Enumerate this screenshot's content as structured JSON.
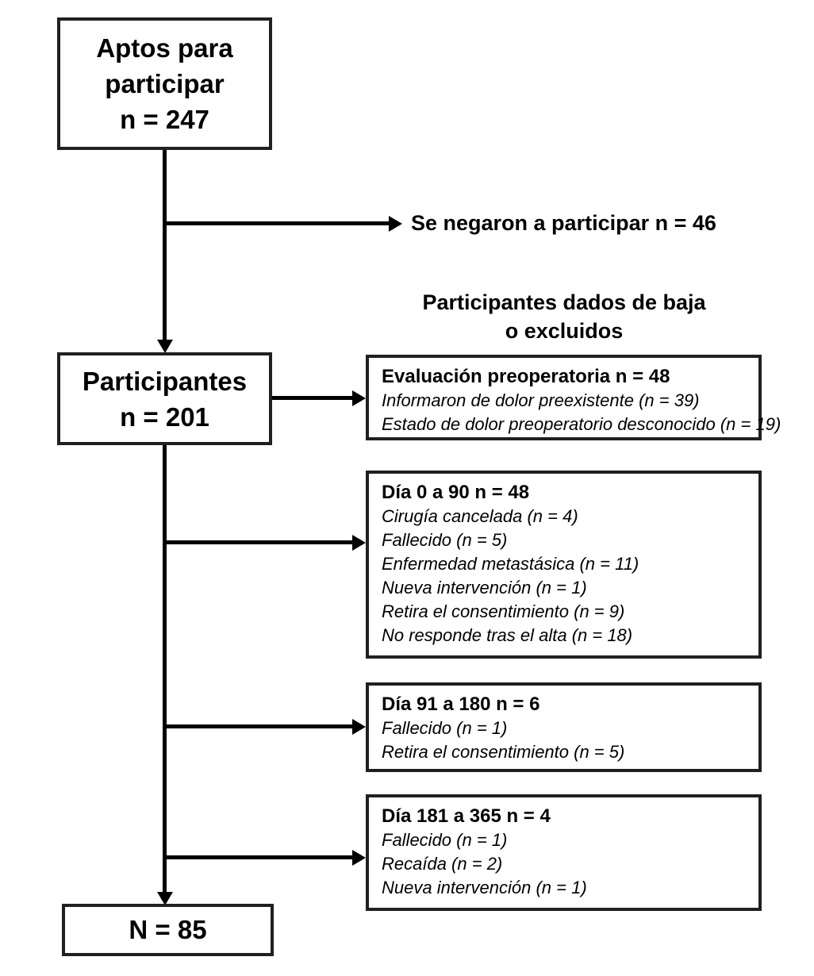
{
  "flow": {
    "nodes": {
      "eligible": {
        "lines": [
          "Aptos para",
          "participar",
          "n = 247"
        ]
      },
      "participants": {
        "lines": [
          "Participantes",
          "n = 201"
        ]
      },
      "final": {
        "lines": [
          "N = 85"
        ]
      }
    },
    "refused": {
      "label": "Se negaron a participar n = 46"
    },
    "exclusions_title": {
      "line1": "Participantes dados de baja",
      "line2": "o excluidos"
    },
    "exclusion_boxes": [
      {
        "heading": "Evaluación preoperatoria n = 48",
        "items": [
          "Informaron de dolor preexistente (n = 39)",
          "Estado de dolor preoperatorio desconocido (n = 19)"
        ]
      },
      {
        "heading": "Día 0 a 90 n = 48",
        "items": [
          "Cirugía cancelada (n = 4)",
          "Fallecido (n = 5)",
          "Enfermedad metastásica (n = 11)",
          "Nueva intervención (n = 1)",
          "Retira el consentimiento (n = 9)",
          "No responde tras el alta (n = 18)"
        ]
      },
      {
        "heading": "Día 91 a 180 n = 6",
        "items": [
          "Fallecido (n = 1)",
          "Retira el consentimiento (n = 5)"
        ]
      },
      {
        "heading": "Día 181 a 365 n = 4",
        "items": [
          "Fallecido (n = 1)",
          "Recaída (n = 2)",
          "Nueva intervención (n = 1)"
        ]
      }
    ],
    "colors": {
      "stroke": "#221f1f",
      "connector": "#000000",
      "background": "#ffffff"
    }
  }
}
